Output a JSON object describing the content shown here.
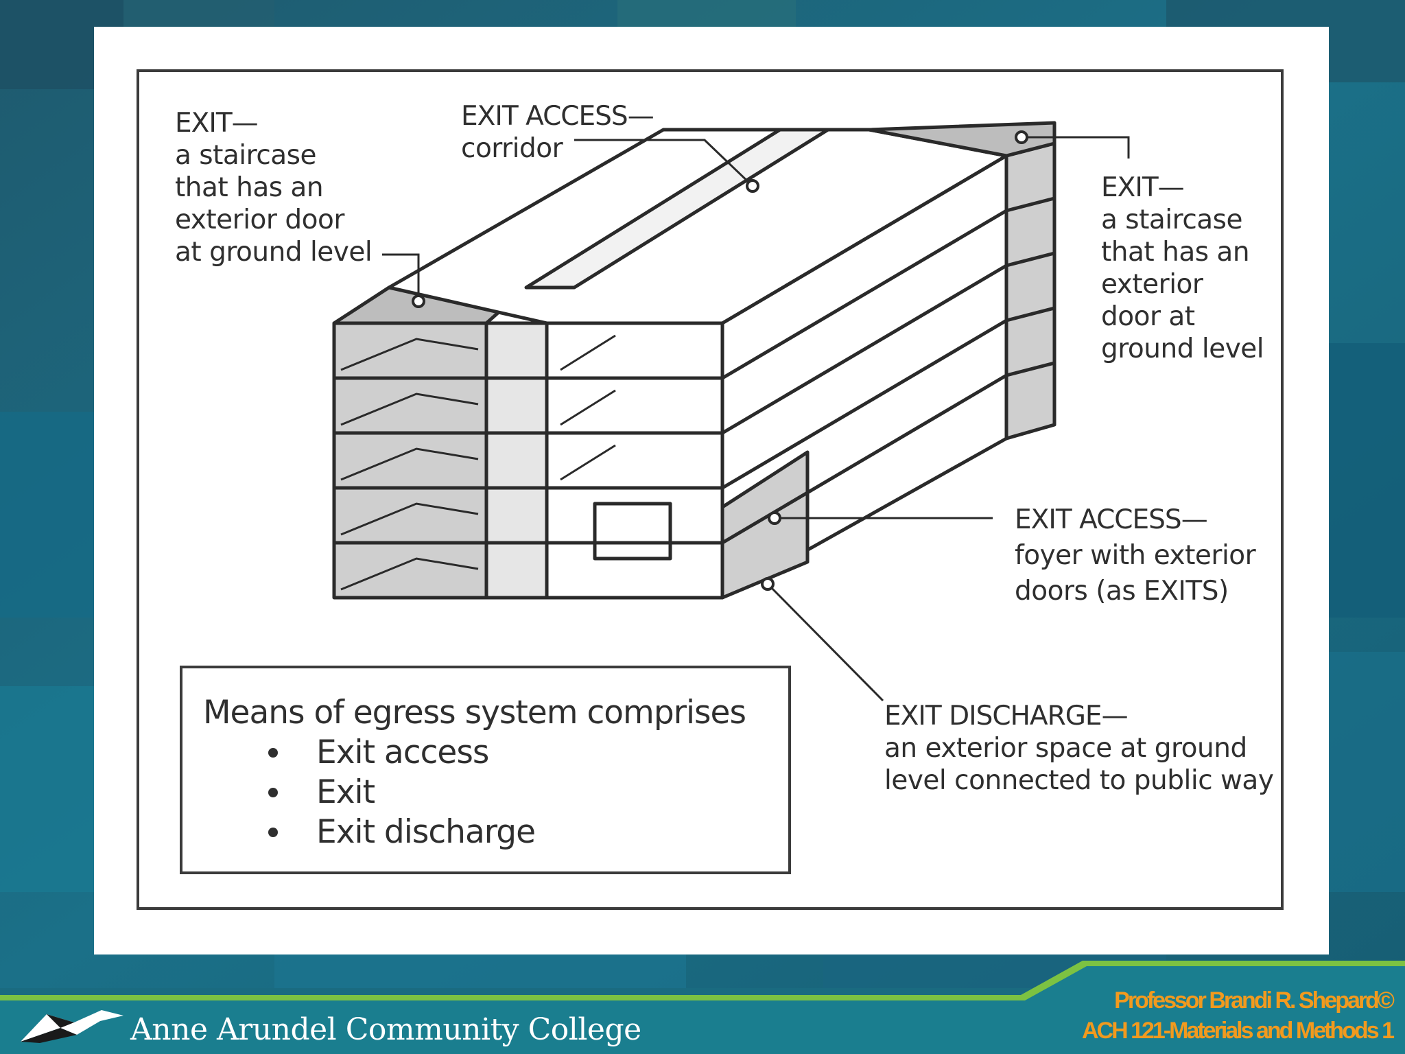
{
  "colors": {
    "background": "#1a6b80",
    "card": "#ffffff",
    "ink": "#2f2f2f",
    "accent_green": "#7cc242",
    "footer_text": "#f29a1e",
    "shade": "#cfcfcf"
  },
  "diagram": {
    "labels": {
      "exit_left": {
        "head": "EXIT—",
        "lines": [
          "a staircase",
          "that has an",
          "exterior door",
          "at ground level"
        ]
      },
      "exit_access_corridor": {
        "head": "EXIT ACCESS—",
        "lines": [
          "corridor"
        ]
      },
      "exit_right": {
        "head": "EXIT—",
        "lines": [
          "a staircase",
          "that has an",
          "exterior",
          "door at",
          "ground level"
        ]
      },
      "exit_access_foyer": {
        "head": "EXIT ACCESS—",
        "lines": [
          "foyer with exterior",
          "doors (as EXITS)"
        ]
      },
      "exit_discharge": {
        "head": "EXIT DISCHARGE—",
        "lines": [
          "an exterior space at ground",
          "level connected to public way"
        ]
      }
    },
    "summary": {
      "title": "Means of egress system comprises",
      "items": [
        "Exit access",
        "Exit",
        "Exit discharge"
      ]
    }
  },
  "footer": {
    "college_name": "Anne Arundel Community College",
    "logo_icon": "seagull-logo-icon",
    "professor": "Professor Brandi R. Shepard©",
    "course": "ACH 121-Materials and Methods 1"
  }
}
